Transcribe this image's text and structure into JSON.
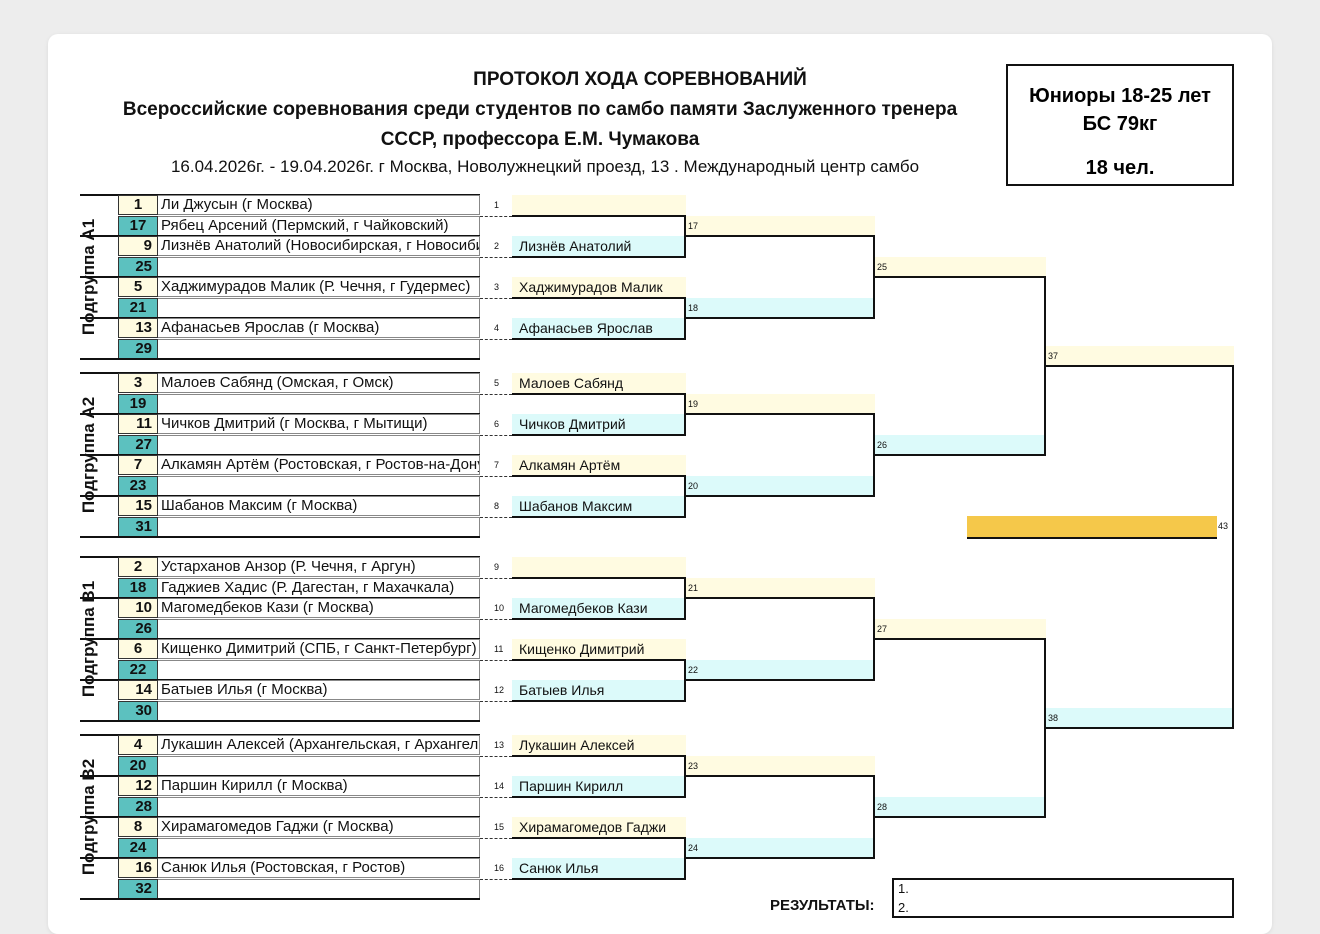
{
  "header": {
    "title": "ПРОТОКОЛ ХОДА СОРЕВНОВАНИЙ",
    "subtitle_line1": "Всероссийские соревнования среди студентов по самбо памяти Заслуженного тренера",
    "subtitle_line2": "СССР, профессора Е.М. Чумакова",
    "dateline": "16.04.2026г. - 19.04.2026г.   г Москва, Новолужнецкий проезд, 13 . Международный центр самбо"
  },
  "infobox": {
    "line1": "Юниоры 18-25 лет",
    "line2": "БС 79кг",
    "count": "18 чел."
  },
  "groups": [
    {
      "label": "Подгруппа А1",
      "rows": [
        {
          "seed": "1",
          "name": "Ли Джусын (г Москва)"
        },
        {
          "seed": "17",
          "name": "Рябец Арсений (Пермский, г Чайковский)"
        },
        {
          "seed": "9",
          "name": "Лизнёв Анатолий (Новосибирская, г Новосибирск)"
        },
        {
          "seed": "25",
          "name": ""
        },
        {
          "seed": "5",
          "name": "Хаджимурадов Малик (Р. Чечня, г Гудермес)"
        },
        {
          "seed": "21",
          "name": ""
        },
        {
          "seed": "13",
          "name": "Афанасьев Ярослав (г Москва)"
        },
        {
          "seed": "29",
          "name": ""
        }
      ]
    },
    {
      "label": "Подгруппа А2",
      "rows": [
        {
          "seed": "3",
          "name": "Малоев Сабянд (Омская, г Омск)"
        },
        {
          "seed": "19",
          "name": ""
        },
        {
          "seed": "11",
          "name": "Чичков Дмитрий (г Москва, г Мытищи)"
        },
        {
          "seed": "27",
          "name": ""
        },
        {
          "seed": "7",
          "name": "Алкамян Артём (Ростовская, г Ростов-на-Дону)"
        },
        {
          "seed": "23",
          "name": ""
        },
        {
          "seed": "15",
          "name": "Шабанов Максим (г Москва)"
        },
        {
          "seed": "31",
          "name": ""
        }
      ]
    },
    {
      "label": "Подгруппа В1",
      "rows": [
        {
          "seed": "2",
          "name": "Устарханов Анзор (Р. Чечня, г Аргун)"
        },
        {
          "seed": "18",
          "name": "Гаджиев Хадис (Р. Дагестан, г Махачкала)"
        },
        {
          "seed": "10",
          "name": "Магомедбеков Кази (г Москва)"
        },
        {
          "seed": "26",
          "name": ""
        },
        {
          "seed": "6",
          "name": "Кищенко Димитрий (СПБ, г Санкт-Петербург)"
        },
        {
          "seed": "22",
          "name": ""
        },
        {
          "seed": "14",
          "name": "Батыев Илья (г Москва)"
        },
        {
          "seed": "30",
          "name": ""
        }
      ]
    },
    {
      "label": "Подгруппа В2",
      "rows": [
        {
          "seed": "4",
          "name": "Лукашин Алексей (Архангельская, г Архангельск)"
        },
        {
          "seed": "20",
          "name": ""
        },
        {
          "seed": "12",
          "name": "Паршин Кирилл (г Москва)"
        },
        {
          "seed": "28",
          "name": ""
        },
        {
          "seed": "8",
          "name": "Хирамагомедов Гаджи (г Москва)"
        },
        {
          "seed": "24",
          "name": ""
        },
        {
          "seed": "16",
          "name": "Санюк Илья (Ростовская, г Ростов)"
        },
        {
          "seed": "32",
          "name": ""
        }
      ]
    }
  ],
  "round1": [
    {
      "num": "1",
      "winner": ""
    },
    {
      "num": "2",
      "winner": "Лизнёв Анатолий"
    },
    {
      "num": "3",
      "winner": "Хаджимурадов Малик"
    },
    {
      "num": "4",
      "winner": "Афанасьев Ярослав"
    },
    {
      "num": "5",
      "winner": "Малоев Сабянд"
    },
    {
      "num": "6",
      "winner": "Чичков Дмитрий"
    },
    {
      "num": "7",
      "winner": "Алкамян Артём"
    },
    {
      "num": "8",
      "winner": "Шабанов Максим"
    },
    {
      "num": "9",
      "winner": ""
    },
    {
      "num": "10",
      "winner": "Магомедбеков Кази"
    },
    {
      "num": "11",
      "winner": "Кищенко Димитрий"
    },
    {
      "num": "12",
      "winner": "Батыев Илья"
    },
    {
      "num": "13",
      "winner": "Лукашин Алексей"
    },
    {
      "num": "14",
      "winner": "Паршин Кирилл"
    },
    {
      "num": "15",
      "winner": "Хирамагомедов Гаджи"
    },
    {
      "num": "16",
      "winner": "Санюк Илья"
    }
  ],
  "round2_nums": [
    "17",
    "18",
    "19",
    "20",
    "21",
    "22",
    "23",
    "24"
  ],
  "round3_nums": [
    "25",
    "26",
    "27",
    "28"
  ],
  "round4_nums": [
    "37",
    "38"
  ],
  "final_num": "43",
  "results": {
    "label": "РЕЗУЛЬТАТЫ:",
    "place1": "1.",
    "place2": "2."
  },
  "colors": {
    "seed_yellow": "#fffbe1",
    "seed_teal": "#5cc1bf",
    "cell_yellow": "#fffbe1",
    "cell_cyan": "#dcfafa",
    "final_gold": "#f5c84a"
  }
}
